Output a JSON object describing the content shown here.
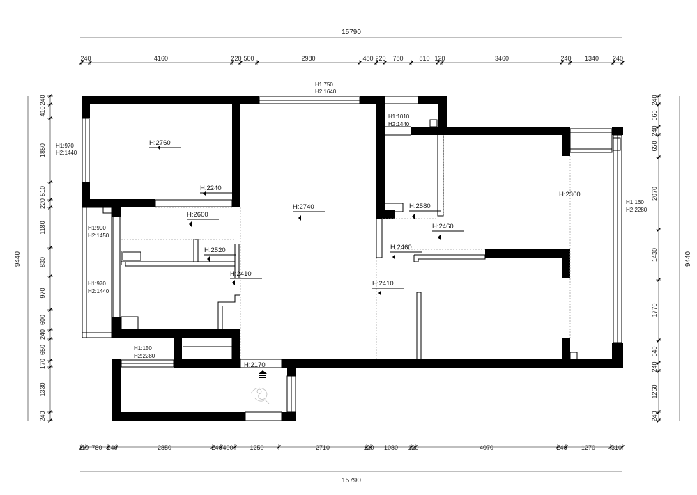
{
  "totals": {
    "width": "15790",
    "height": "9440"
  },
  "top_dims": [
    "240",
    "4160",
    "220",
    "500",
    "2980",
    "480",
    "220",
    "780",
    "810",
    "120",
    "3460",
    "240",
    "1340",
    "240"
  ],
  "bottom_dims": [
    "110",
    "780",
    "240",
    "2850",
    "240",
    "400",
    "1250",
    "2710",
    "120",
    "1080",
    "120",
    "4070",
    "240",
    "1270",
    "310"
  ],
  "left_dims": [
    "240",
    "410",
    "1850",
    "510",
    "220",
    "1180",
    "830",
    "970",
    "600",
    "240",
    "650",
    "170",
    "1330",
    "240"
  ],
  "right_dims": [
    "240",
    "660",
    "240",
    "650",
    "2070",
    "1430",
    "1770",
    "640",
    "240",
    "1260",
    "240"
  ],
  "heights": {
    "h2760": "H:2760",
    "h2240": "H:2240",
    "h2600": "H:2600",
    "h2520": "H:2520",
    "h2410a": "H:2410",
    "h2740": "H:2740",
    "h2580": "H:2580",
    "h2460a": "H:2460",
    "h2460b": "H:2460",
    "h2410b": "H:2410",
    "h2360": "H:2360",
    "h2170": "H:2170"
  },
  "windows": {
    "top_h1": "H1:750",
    "top_h2": "H2:1640",
    "kitchen_h1": "H1:1010",
    "kitchen_h2": "H2:1440",
    "left1_h1": "H1:970",
    "left1_h2": "H2:1440",
    "left2_h1": "H1:990",
    "left2_h2": "H2:1450",
    "left3_h1": "H1:970",
    "left3_h2": "H2:1440",
    "bottom_h1": "H1:150",
    "bottom_h2": "H2:2280",
    "right_h1": "H1:160",
    "right_h2": "H2:2280"
  }
}
